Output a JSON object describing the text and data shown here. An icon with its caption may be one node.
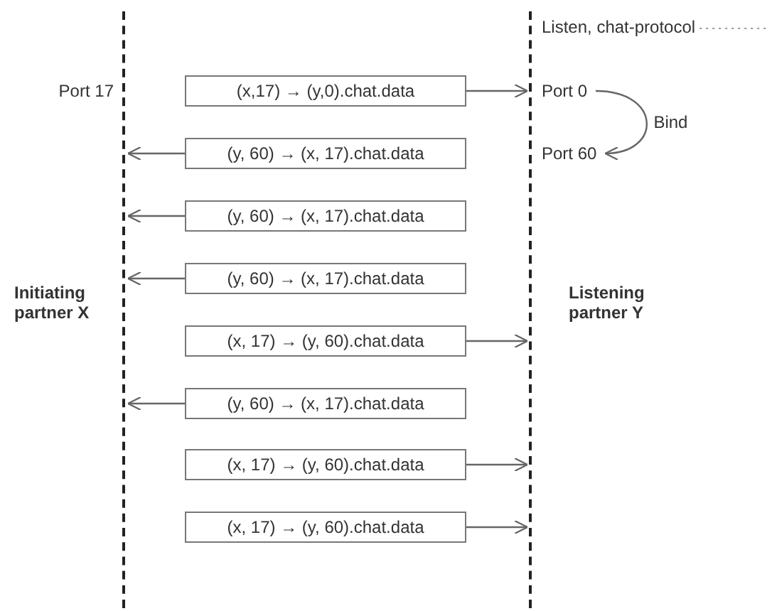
{
  "diagram": {
    "nodes": [
      {
        "text": [],
        "shape": "line",
        "beside": [
          "Port 17",
          "Initiating partner X"
        ]
      },
      {
        "text": [],
        "shape": "line",
        "beside": [
          "Listen, chat-protocol",
          "Listening partner Y"
        ]
      },
      {
        "text": [
          "Port 0"
        ]
      },
      {
        "text": [
          "Port 60"
        ]
      },
      {
        "text": [
          "(x,17) → (y,0).chat.data"
        ]
      },
      {
        "text": [
          "(y, 60) → (x, 17).chat.data"
        ]
      },
      {
        "text": [
          "(y, 60) → (x, 17).chat.data"
        ]
      },
      {
        "text": [
          "(y, 60) → (x, 17).chat.data"
        ]
      },
      {
        "text": [
          "(x, 17) → (y, 60).chat.data"
        ]
      },
      {
        "text": [
          "(y, 60) → (x, 17).chat.data"
        ]
      },
      {
        "text": [
          "(x, 17) → (y, 60).chat.data"
        ]
      },
      {
        "text": [
          "(x, 17) → (y, 60).chat.data"
        ]
      }
    ],
    "edges": [
      {
        "from": 2,
        "to": 3,
        "label": "Bind",
        "arrow": "to"
      },
      {
        "from": 4,
        "to": 1,
        "arrow": "to"
      },
      {
        "from": 5,
        "to": 0,
        "arrow": "to"
      },
      {
        "from": 6,
        "to": 0,
        "arrow": "to"
      },
      {
        "from": 7,
        "to": 0,
        "arrow": "to"
      },
      {
        "from": 8,
        "to": 1,
        "arrow": "to"
      },
      {
        "from": 9,
        "to": 0,
        "arrow": "to"
      },
      {
        "from": 10,
        "to": 1,
        "arrow": "to"
      },
      {
        "from": 11,
        "to": 1,
        "arrow": "to"
      }
    ]
  }
}
